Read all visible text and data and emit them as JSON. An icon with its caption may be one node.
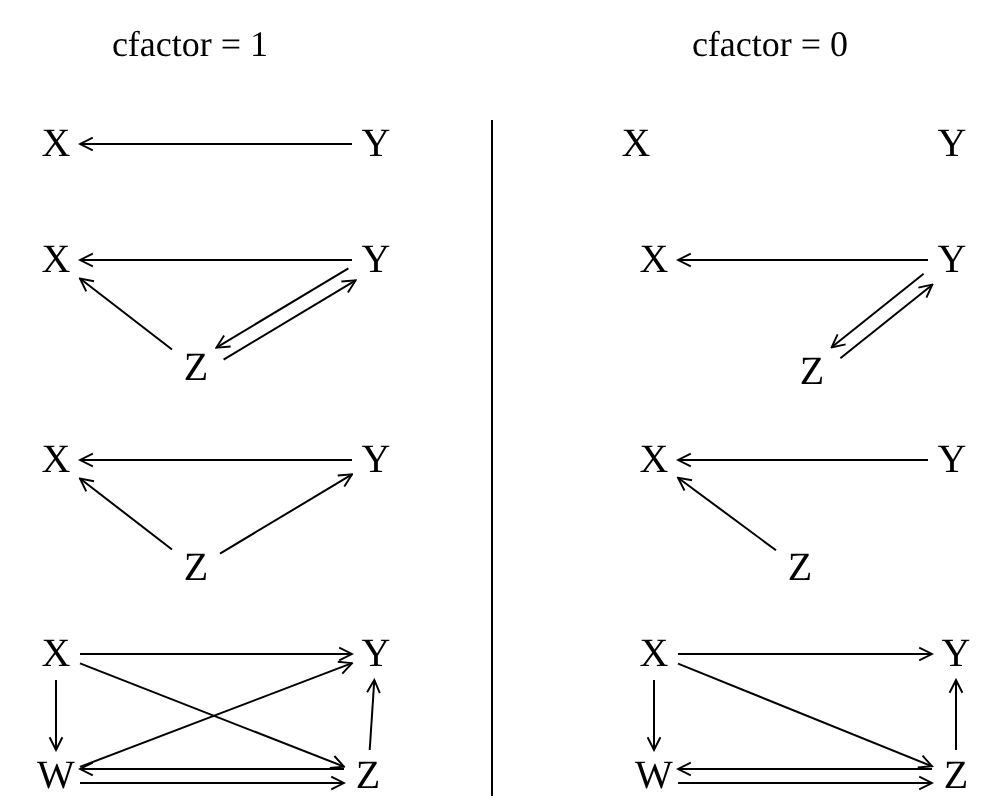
{
  "diagram": {
    "nodes": [
      {
        "text": [
          "X"
        ]
      },
      {
        "text": [
          "Y"
        ]
      },
      {
        "text": [
          "X"
        ]
      },
      {
        "text": [
          "Y"
        ]
      },
      {
        "text": [
          "Z"
        ]
      },
      {
        "text": [
          "X"
        ]
      },
      {
        "text": [
          "Y"
        ]
      },
      {
        "text": [
          "Z"
        ]
      },
      {
        "text": [
          "X"
        ]
      },
      {
        "text": [
          "Y"
        ]
      },
      {
        "text": [
          "W"
        ]
      },
      {
        "text": [
          "Z"
        ]
      },
      {
        "text": [
          "X"
        ]
      },
      {
        "text": [
          "Y"
        ]
      },
      {
        "text": [
          "X"
        ]
      },
      {
        "text": [
          "Y"
        ]
      },
      {
        "text": [
          "Z"
        ]
      },
      {
        "text": [
          "X"
        ]
      },
      {
        "text": [
          "Y"
        ]
      },
      {
        "text": [
          "Z"
        ]
      },
      {
        "text": [
          "X"
        ]
      },
      {
        "text": [
          "Y"
        ]
      },
      {
        "text": [
          "W"
        ]
      },
      {
        "text": [
          "Z"
        ]
      }
    ],
    "edges": [
      {
        "from": 1,
        "to": 0,
        "arrow": "to"
      },
      {
        "from": 3,
        "to": 2,
        "arrow": "to"
      },
      {
        "from": 4,
        "to": 2,
        "arrow": "to"
      },
      {
        "from": 4,
        "to": 3,
        "arrow": "to"
      },
      {
        "from": 3,
        "to": 4,
        "arrow": "to"
      },
      {
        "from": 6,
        "to": 5,
        "arrow": "to"
      },
      {
        "from": 7,
        "to": 5,
        "arrow": "to"
      },
      {
        "from": 7,
        "to": 6,
        "arrow": "to"
      },
      {
        "from": 8,
        "to": 9,
        "arrow": "to"
      },
      {
        "from": 8,
        "to": 11,
        "arrow": "to"
      },
      {
        "from": 10,
        "to": 9,
        "arrow": "to"
      },
      {
        "from": 8,
        "to": 10,
        "arrow": "to"
      },
      {
        "from": 11,
        "to": 9,
        "arrow": "to"
      },
      {
        "from": 11,
        "to": 10,
        "arrow": "to"
      },
      {
        "from": 10,
        "to": 11,
        "arrow": "to"
      },
      {
        "from": 15,
        "to": 14,
        "arrow": "to"
      },
      {
        "from": 16,
        "to": 15,
        "arrow": "to"
      },
      {
        "from": 15,
        "to": 16,
        "arrow": "to"
      },
      {
        "from": 18,
        "to": 17,
        "arrow": "to"
      },
      {
        "from": 19,
        "to": 17,
        "arrow": "to"
      },
      {
        "from": 20,
        "to": 21,
        "arrow": "to"
      },
      {
        "from": 20,
        "to": 23,
        "arrow": "to"
      },
      {
        "from": 20,
        "to": 22,
        "arrow": "to"
      },
      {
        "from": 23,
        "to": 21,
        "arrow": "to"
      },
      {
        "from": 23,
        "to": 22,
        "arrow": "to"
      },
      {
        "from": 22,
        "to": 23,
        "arrow": "to"
      }
    ],
    "labels": [
      "cfactor = 1",
      "cfactor = 0"
    ]
  }
}
